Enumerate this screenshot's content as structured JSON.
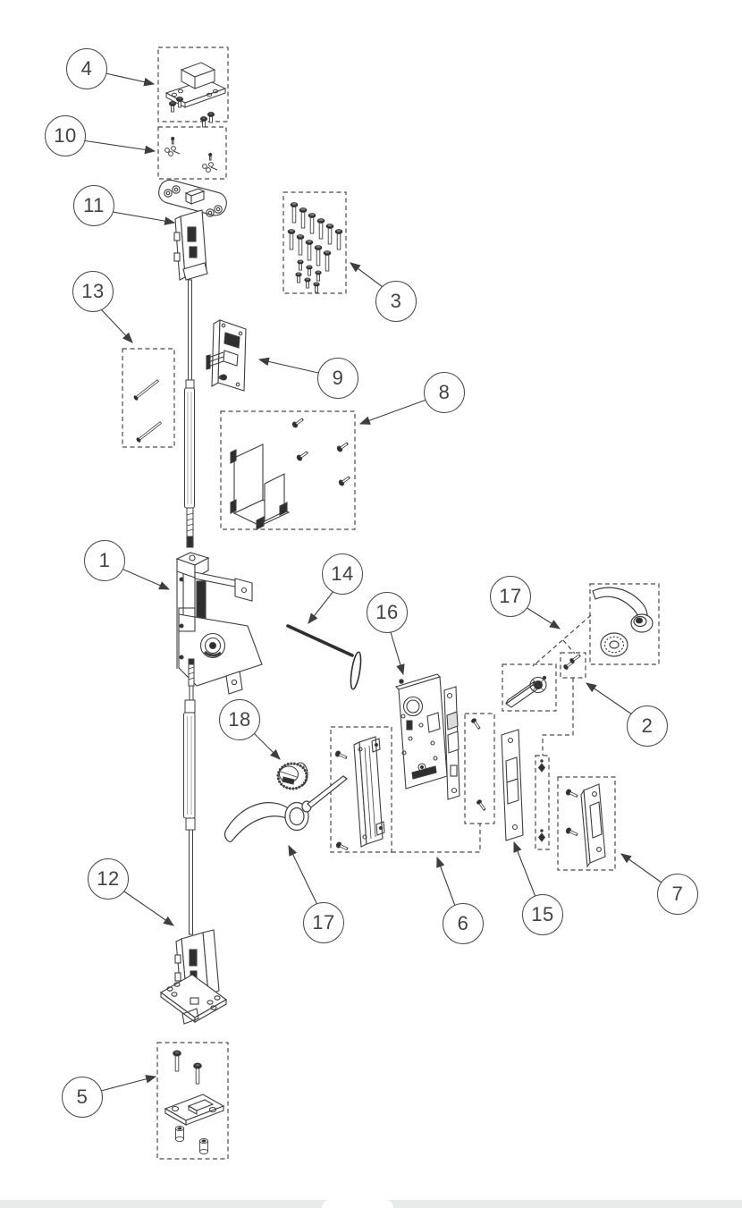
{
  "page": {
    "background_color": "#ffffff",
    "line_color": "#3e3e3e",
    "dashed_box_color": "#4a4a4a",
    "bottom_bar_color": "#e9eaea"
  },
  "callouts": [
    {
      "name": "top-strike-kit",
      "label": "4"
    },
    {
      "name": "mounting-pins",
      "label": "10"
    },
    {
      "name": "top-latch-assembly",
      "label": "11"
    },
    {
      "name": "screw-pack",
      "label": "3"
    },
    {
      "name": "connecting-pins",
      "label": "13"
    },
    {
      "name": "aux-latch-module",
      "label": "9"
    },
    {
      "name": "mounting-bracket-kit",
      "label": "8"
    },
    {
      "name": "center-case-assembly",
      "label": "1"
    },
    {
      "name": "hex-wrench",
      "label": "14"
    },
    {
      "name": "mortise-lock-body",
      "label": "16"
    },
    {
      "name": "lever-trim-outside",
      "label": "17"
    },
    {
      "name": "trim-screws",
      "label": "2"
    },
    {
      "name": "mortise-cylinder",
      "label": "18"
    },
    {
      "name": "lever-trim-inside",
      "label": "17"
    },
    {
      "name": "rod-cover-kit",
      "label": "6"
    },
    {
      "name": "lock-faceplate",
      "label": "15"
    },
    {
      "name": "strike-plate-kit",
      "label": "7"
    },
    {
      "name": "bottom-latch-assembly",
      "label": "12"
    },
    {
      "name": "floor-strike-kit",
      "label": "5"
    }
  ]
}
